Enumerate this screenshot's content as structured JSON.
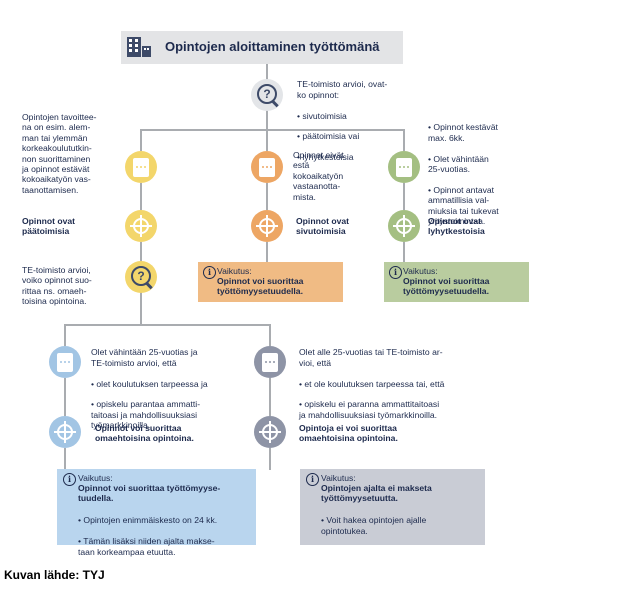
{
  "title": "Opintojen aloittaminen työttömänä",
  "icons": {
    "header": "building-office-icon",
    "question": "question-magnifier-icon",
    "document": "document-icon",
    "target": "target-icon",
    "info": "info-icon"
  },
  "colors": {
    "yellow": "#f3d66b",
    "orange": "#eda664",
    "green": "#a4bf82",
    "blue": "#a2c5e4",
    "slate": "#8e94a6",
    "lightgray": "#e3e5e8",
    "header_bg": "#e3e4e6",
    "line": "#a9acb0",
    "orange_box": "#f0bb84",
    "green_box": "#b9cc9f",
    "blue_box": "#b9d5ee",
    "slate_box": "#c9ccd5"
  },
  "q1": {
    "text": "TE-toimisto arvioi, ovat-\nko opinnot:",
    "items": [
      "• sivutoimisia",
      "• päätoimisia vai",
      "• lyhytkestoisia"
    ]
  },
  "left_text": "Opintojen tavoittee-\nna on esim. alem-\nman tai ylemmän\nkorkeakoulututkin-\nnon suorittaminen\nja opinnot estävät\nkokoaikatyön vas-\ntaanottamisen.",
  "mid_text": "Opinnot eivät\nestä\nkokoaikatyön\nvastaanotta-\nmista.",
  "right_items": [
    "• Opinnot kestävät\n  max. 6kk.",
    "• Olet vähintään\n  25-vuotias.",
    "• Opinnot antavat\n  ammatillisia val-\n  miuksia tai tukevat\n  yritystoimintaa."
  ],
  "labels": {
    "paatoimisia": "Opinnot ovat\npäätoimisia",
    "sivutoimisia": "Opinnot ovat\nsivutoimisia",
    "lyhytkestoisia": "Opinnot ovat\nlyhytkestoisia"
  },
  "q2_text": "TE-toimisto arvioi,\nvoiko opinnot suo-\nrittaa ns. omaeh-\ntoisina opintoina.",
  "orange_box": {
    "heading": "Vaikutus:",
    "text": "Opinnot voi suorittaa\ntyöttömyysetuudella."
  },
  "green_box": {
    "heading": "Vaikutus:",
    "text": "Opinnot voi suorittaa\ntyöttömyysetuudella."
  },
  "b1_text": "Olet vähintään 25-vuotias ja\nTE-toimisto arvioi, että",
  "b1_items": [
    "• olet koulutuksen tarpeessa ja",
    "• opiskelu parantaa ammatti-\n  taitoasi ja mahdollisuuksiasi\n  työmarkkinoilla."
  ],
  "b2_text": "Olet alle 25-vuotias tai TE-toimisto ar-\nvioi, että",
  "b2_items": [
    "• et ole koulutuksen tarpeessa tai, että",
    "• opiskelu ei paranna ammattitaitoasi\n  ja mahdollisuuksiasi työmarkkinoilla."
  ],
  "b1_label": "Opinnot voi suorittaa\nomaehtoisina opintoina.",
  "b2_label": "Opintoja ei voi suorittaa\nomaehtoisina opintoina.",
  "blue_box": {
    "heading": "Vaikutus:",
    "text": "Opinnot voi suorittaa työttömyyse-\ntuudella.",
    "items": [
      "• Opintojen enimmäiskesto on 24 kk.",
      "• Tämän lisäksi niiden ajalta makse-\n  taan korkeampaa etuutta."
    ]
  },
  "slate_box": {
    "heading": "Vaikutus:",
    "text": "Opintojen ajalta ei makseta\ntyöttömyysetuutta.",
    "items": [
      "• Voit hakea opintojen ajalle\n  opintotukea."
    ]
  },
  "source": "Kuvan lähde: TYJ"
}
